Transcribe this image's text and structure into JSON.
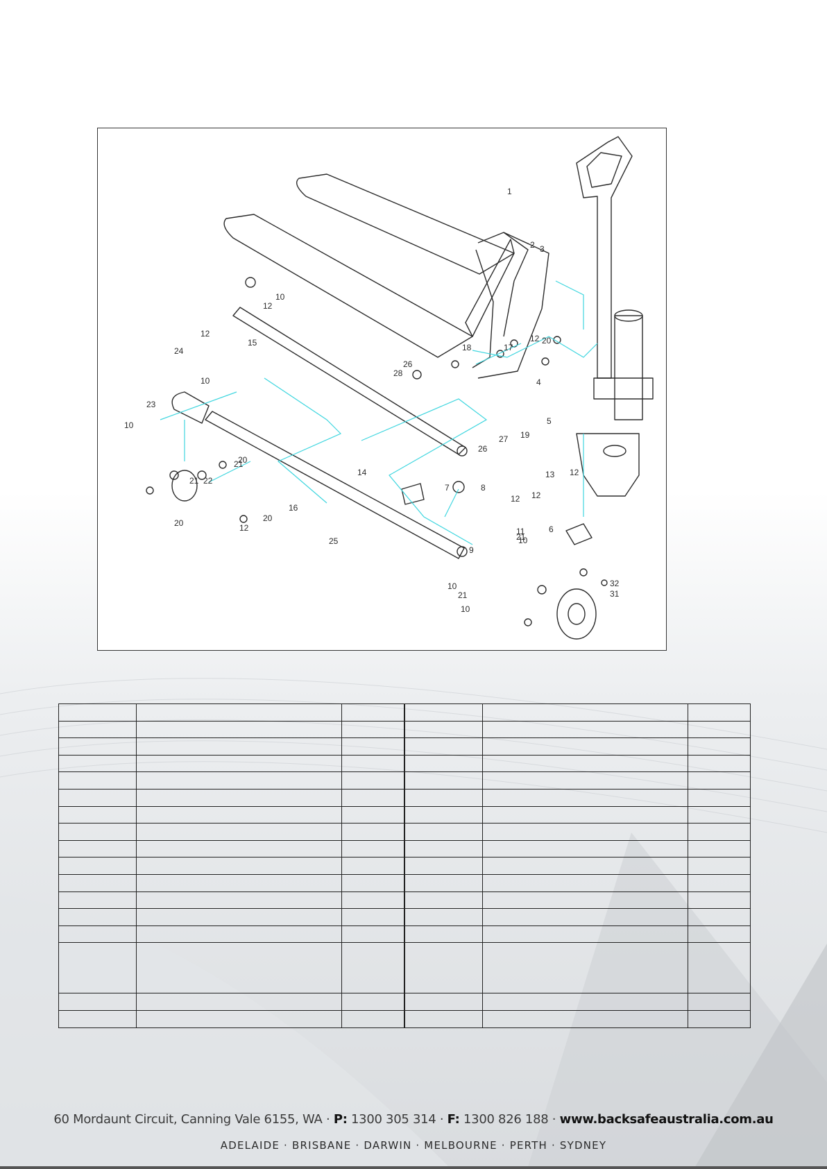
{
  "callouts": [
    "1",
    "2",
    "3",
    "4",
    "5",
    "6",
    "7",
    "8",
    "9",
    "10",
    "10",
    "10",
    "10",
    "10",
    "10",
    "11",
    "12",
    "12",
    "12",
    "12",
    "12",
    "12",
    "12",
    "13",
    "14",
    "15",
    "16",
    "17",
    "18",
    "19",
    "20",
    "20",
    "20",
    "20",
    "21",
    "21",
    "21",
    "21",
    "22",
    "23",
    "24",
    "25",
    "26",
    "26",
    "27",
    "28",
    "31",
    "32"
  ],
  "table": {
    "rows": 17,
    "cols": 6,
    "tall_row_index": 14
  },
  "footer": {
    "address": "60 Mordaunt Circuit, Canning Vale 6155, WA",
    "sep1": " · ",
    "phone_label": "P:",
    "phone": " 1300 305 314",
    "sep2": " · ",
    "fax_label": "F:",
    "fax": "  1300 826 188",
    "sep3": " · ",
    "website": "www.backsafeaustralia.com.au",
    "cities": "ADELAIDE · BRISBANE · DARWIN · MELBOURNE · PERTH · SYDNEY"
  },
  "colors": {
    "accent_line": "#3fd6df",
    "ink": "#2b2b2b"
  }
}
